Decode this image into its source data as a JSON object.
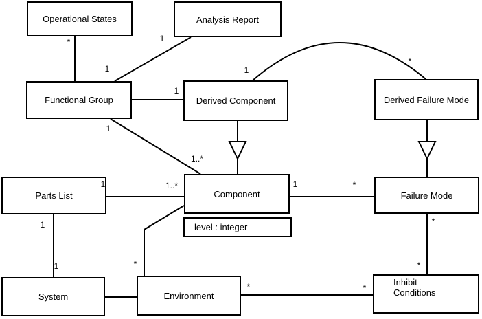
{
  "diagram": {
    "type": "uml-class-diagram",
    "background_color": "#ffffff",
    "line_color": "#000000",
    "nodes": {
      "operational_states": {
        "label": "Operational States"
      },
      "analysis_report": {
        "label": "Analysis Report"
      },
      "functional_group": {
        "label": "Functional Group"
      },
      "derived_component": {
        "label": "Derived Component"
      },
      "derived_failure_mode": {
        "label": "Derived Failure Mode"
      },
      "parts_list": {
        "label": "Parts List"
      },
      "component": {
        "label": "Component",
        "attribute": "level : integer"
      },
      "failure_mode": {
        "label": "Failure Mode"
      },
      "system": {
        "label": "System"
      },
      "environment": {
        "label": "Environment"
      },
      "inhibit_conditions": {
        "label_line1": "Inhibit",
        "label_line2": "Conditions"
      }
    },
    "edge_labels": {
      "os_fg_star": "*",
      "os_fg_one": "1",
      "ar_fg_one": "1",
      "fg_dc_one": "1",
      "dc_dfm_one": "1",
      "dc_dfm_star": "*",
      "fg_comp_one": "1",
      "fg_comp_many": "1..*",
      "pl_comp_one": "1",
      "pl_comp_many": "1..*",
      "comp_fm_one": "1",
      "comp_fm_star": "*",
      "pl_sys_one_top": "1",
      "pl_sys_one_bottom": "1",
      "comp_env_star": "*",
      "fm_ic_star_top": "*",
      "fm_ic_star_bottom": "*",
      "env_ic_star_left": "*",
      "env_ic_star_right": "*"
    }
  }
}
